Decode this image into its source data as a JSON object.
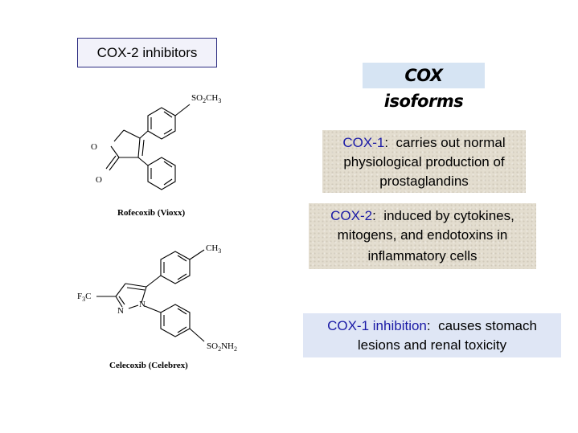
{
  "title": "COX-2 inhibitors",
  "heading": "COX isoforms",
  "notes": {
    "cox1": {
      "term": "COX-1",
      "sep": ":",
      "line1": "carries out normal",
      "line2": "physiological production of",
      "line3": "prostaglandins"
    },
    "cox2": {
      "term": "COX-2",
      "sep": ":",
      "line1": "induced by cytokines,",
      "line2": "mitogens, and endotoxins in",
      "line3": "inflammatory cells"
    },
    "inhibition": {
      "term": "COX-1 inhibition",
      "sep": ":",
      "line1": "causes stomach",
      "line2": "lesions and renal toxicity"
    }
  },
  "structures": {
    "rofecoxib": {
      "caption": "Rofecoxib (Vioxx)",
      "labels": {
        "substituent": "SO2CH3",
        "ring_oxygen": "O",
        "carbonyl_oxygen": "O"
      }
    },
    "celecoxib": {
      "caption": "Celecoxib (Celebrex)",
      "labels": {
        "methyl": "CH3",
        "trifluoromethyl": "F3C",
        "nitrogen_2": "N",
        "nitrogen_1": "N",
        "sulfonamide": "SO2NH2"
      }
    }
  },
  "colors": {
    "term": "#1a1aa6",
    "title_border": "#2b2b80",
    "heading_bg": "#d6e4f3",
    "texture_bg": "#e3ddcf"
  }
}
